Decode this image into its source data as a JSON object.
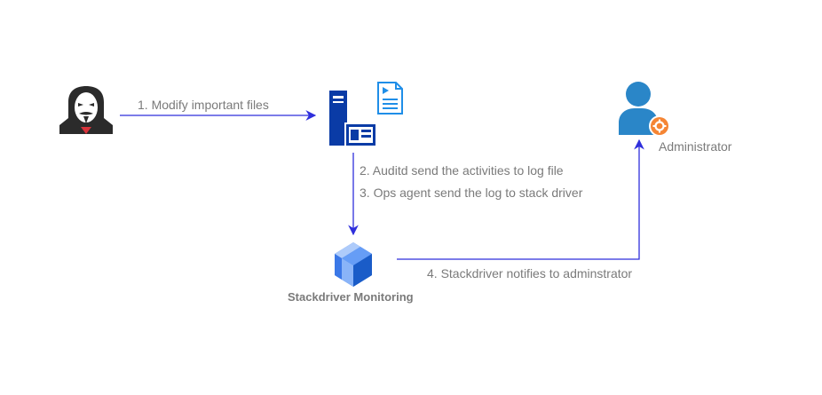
{
  "diagram": {
    "nodes": {
      "attacker": {
        "icon": "hacker-icon",
        "label": ""
      },
      "server": {
        "icon": "server-icon",
        "label": ""
      },
      "log_file": {
        "icon": "log-file-icon",
        "label": ""
      },
      "stackdriver": {
        "icon": "stackdriver-icon",
        "label": "Stackdriver Monitoring"
      },
      "administrator": {
        "icon": "admin-user-icon",
        "label": "Administrator"
      }
    },
    "edges": [
      {
        "from": "attacker",
        "to": "server",
        "label": "1. Modify important files"
      },
      {
        "from": "server",
        "to": "stackdriver",
        "label": "2. Auditd send the activities to log file"
      },
      {
        "from": "server",
        "to": "stackdriver",
        "label": "3. Ops agent send the log to stack driver"
      },
      {
        "from": "stackdriver",
        "to": "administrator",
        "label": "4. Stackdriver notifies to adminstrator"
      }
    ],
    "colors": {
      "arrow": "#2f2fdc",
      "label_text": "#7a7a7a",
      "hacker_dark": "#2b2b2b",
      "server_blue": "#0a3ba6",
      "file_blue": "#1f8ee8",
      "stackdriver_blue": "#4a86e8",
      "admin_blue": "#2a86c8",
      "gear_orange": "#f58534"
    }
  }
}
